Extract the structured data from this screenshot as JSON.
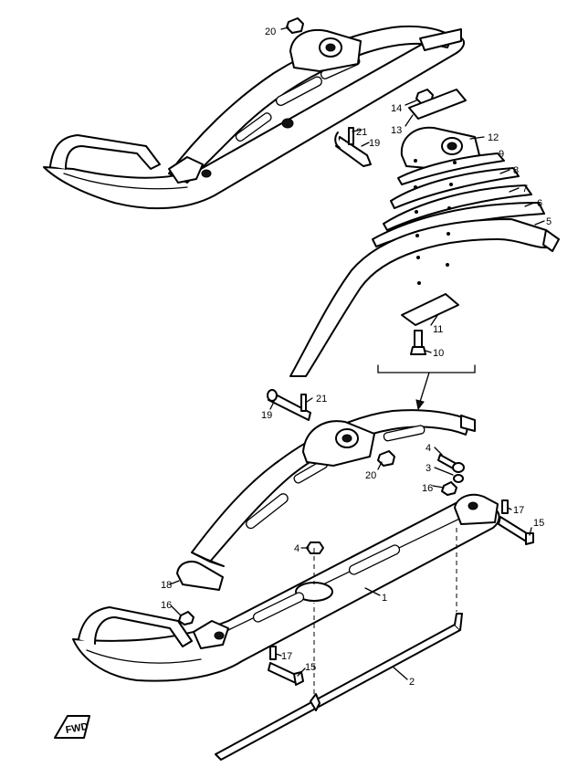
{
  "callouts": [
    {
      "id": "c1",
      "text": "1"
    },
    {
      "id": "c2",
      "text": "2"
    },
    {
      "id": "c3",
      "text": "3"
    },
    {
      "id": "c4a",
      "text": "4"
    },
    {
      "id": "c4b",
      "text": "4"
    },
    {
      "id": "c5",
      "text": "5"
    },
    {
      "id": "c6",
      "text": "6"
    },
    {
      "id": "c7",
      "text": "7"
    },
    {
      "id": "c8",
      "text": "8"
    },
    {
      "id": "c9",
      "text": "9"
    },
    {
      "id": "c10",
      "text": "10"
    },
    {
      "id": "c11",
      "text": "11"
    },
    {
      "id": "c12",
      "text": "12"
    },
    {
      "id": "c13",
      "text": "13"
    },
    {
      "id": "c14",
      "text": "14"
    },
    {
      "id": "c15a",
      "text": "15"
    },
    {
      "id": "c15b",
      "text": "15"
    },
    {
      "id": "c16a",
      "text": "16"
    },
    {
      "id": "c16b",
      "text": "16"
    },
    {
      "id": "c17a",
      "text": "17"
    },
    {
      "id": "c17b",
      "text": "17"
    },
    {
      "id": "c18",
      "text": "18"
    },
    {
      "id": "c19a",
      "text": "19"
    },
    {
      "id": "c19b",
      "text": "19"
    },
    {
      "id": "c20a",
      "text": "20"
    },
    {
      "id": "c20b",
      "text": "20"
    },
    {
      "id": "c21a",
      "text": "21"
    },
    {
      "id": "c21b",
      "text": "21"
    }
  ],
  "direction_marker": {
    "text": "FWD",
    "icon": "forward-arrow-icon"
  }
}
